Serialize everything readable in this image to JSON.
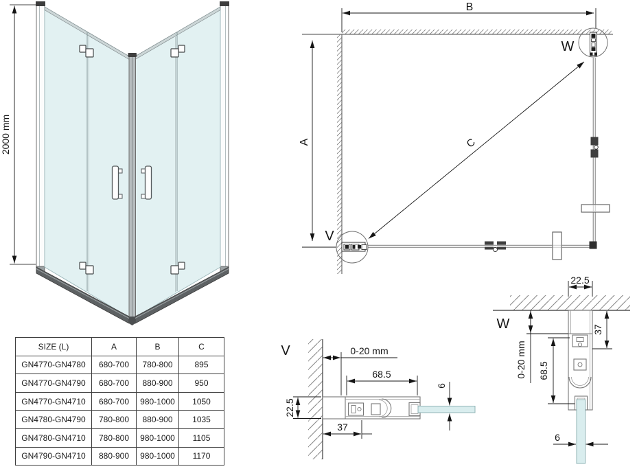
{
  "figure": {
    "iso": {
      "height_label": "2000 mm"
    },
    "plan": {
      "dim_b": "B",
      "dim_a": "A",
      "dim_c": "C",
      "detail_v_label": "V",
      "detail_w_label": "W"
    },
    "detail_v": {
      "label": "V",
      "wall_adjustment": "0-20 mm",
      "profile_length": "68.5",
      "profile_depth": "22.5",
      "wall_offset": "37",
      "glass_thickness": "6"
    },
    "detail_w": {
      "label": "W",
      "profile_width": "22.5",
      "wall_depth": "37",
      "wall_adjustment": "0-20 mm",
      "profile_length": "68.5",
      "glass_thickness": "6"
    },
    "colors": {
      "glass": "#e2f1f2",
      "detail_glass": "#d9edee",
      "line_gray": "#777777",
      "dim_black": "#151515"
    }
  },
  "table": {
    "headers": [
      "SIZE (L)",
      "A",
      "B",
      "C"
    ],
    "rows": [
      [
        "GN4770-GN4780",
        "680-700",
        "780-800",
        "895"
      ],
      [
        "GN4770-GN4790",
        "680-700",
        "880-900",
        "950"
      ],
      [
        "GN4770-GN4710",
        "680-700",
        "980-1000",
        "1050"
      ],
      [
        "GN4780-GN4790",
        "780-800",
        "880-900",
        "1035"
      ],
      [
        "GN4780-GN4710",
        "780-800",
        "980-1000",
        "1105"
      ],
      [
        "GN4790-GN4710",
        "880-900",
        "980-1000",
        "1170"
      ]
    ]
  }
}
